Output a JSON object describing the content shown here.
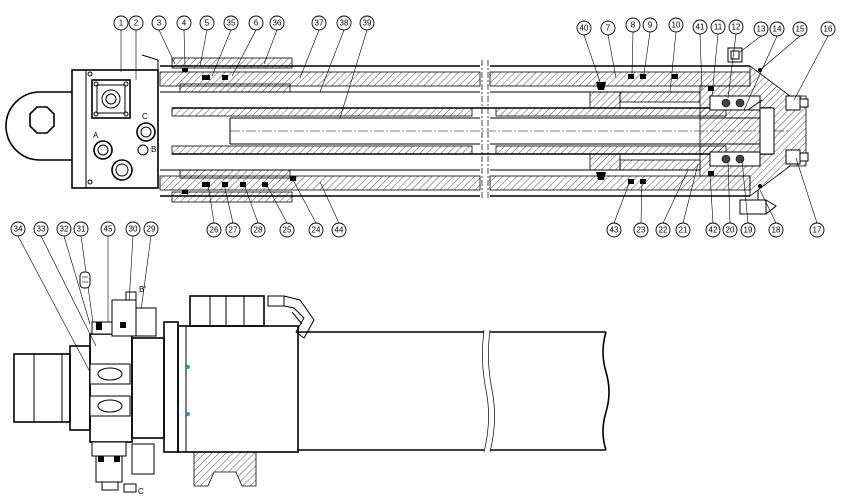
{
  "drawing": {
    "balloons_top": [
      "1",
      "2",
      "3",
      "4",
      "5",
      "35",
      "6",
      "36",
      "37",
      "38",
      "39",
      "40",
      "7",
      "8",
      "9",
      "10",
      "41",
      "11",
      "12",
      "13",
      "14",
      "15",
      "16"
    ],
    "balloons_bottom_section": [
      "26",
      "27",
      "28",
      "25",
      "24",
      "44",
      "43",
      "23",
      "22",
      "21",
      "42",
      "20",
      "19",
      "18",
      "17"
    ],
    "balloons_end_view": [
      "34",
      "33",
      "32",
      "31",
      "45",
      "30",
      "29"
    ],
    "port_labels": {
      "a": "A",
      "b": "B",
      "c": "C",
      "b_prime": "B'",
      "c_lower": "C"
    }
  }
}
